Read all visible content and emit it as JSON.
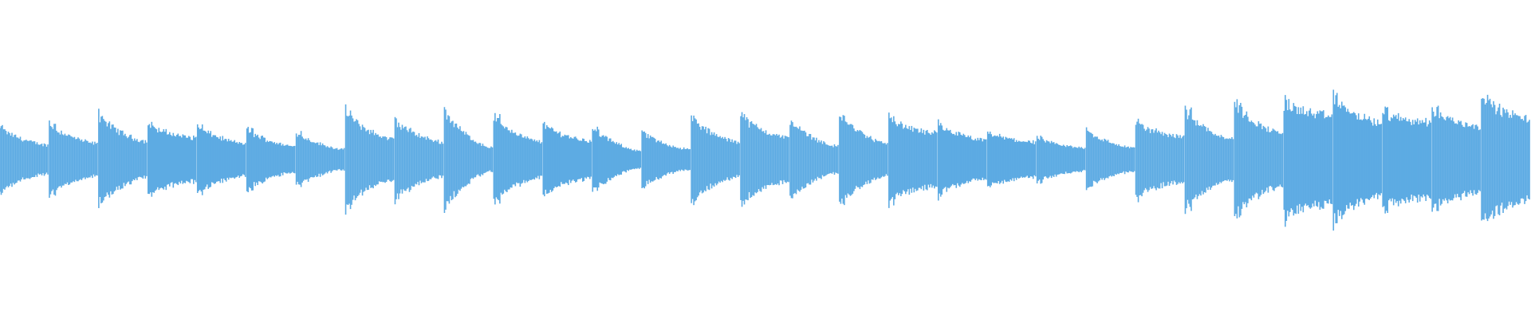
{
  "waveform": {
    "color": "#5dabe3",
    "background": "#ffffff",
    "segments": [
      {
        "peak": 0.42,
        "tail": 0.2
      },
      {
        "peak": 0.47,
        "tail": 0.22
      },
      {
        "peak": 0.58,
        "tail": 0.25
      },
      {
        "peak": 0.46,
        "tail": 0.3
      },
      {
        "peak": 0.44,
        "tail": 0.22
      },
      {
        "peak": 0.4,
        "tail": 0.18
      },
      {
        "peak": 0.36,
        "tail": 0.14
      },
      {
        "peak": 0.62,
        "tail": 0.28
      },
      {
        "peak": 0.52,
        "tail": 0.24
      },
      {
        "peak": 0.64,
        "tail": 0.16
      },
      {
        "peak": 0.57,
        "tail": 0.24
      },
      {
        "peak": 0.46,
        "tail": 0.26
      },
      {
        "peak": 0.42,
        "tail": 0.12
      },
      {
        "peak": 0.36,
        "tail": 0.14
      },
      {
        "peak": 0.54,
        "tail": 0.24
      },
      {
        "peak": 0.58,
        "tail": 0.3
      },
      {
        "peak": 0.52,
        "tail": 0.18
      },
      {
        "peak": 0.6,
        "tail": 0.22
      },
      {
        "peak": 0.54,
        "tail": 0.36
      },
      {
        "peak": 0.47,
        "tail": 0.26
      },
      {
        "peak": 0.36,
        "tail": 0.24
      },
      {
        "peak": 0.28,
        "tail": 0.16
      },
      {
        "peak": 0.38,
        "tail": 0.16
      },
      {
        "peak": 0.48,
        "tail": 0.32
      },
      {
        "peak": 0.66,
        "tail": 0.28
      },
      {
        "peak": 0.74,
        "tail": 0.36
      },
      {
        "peak": 0.76,
        "tail": 0.6
      },
      {
        "peak": 0.82,
        "tail": 0.5
      },
      {
        "peak": 0.62,
        "tail": 0.52
      },
      {
        "peak": 0.66,
        "tail": 0.46
      },
      {
        "peak": 0.84,
        "tail": 0.56
      }
    ]
  }
}
